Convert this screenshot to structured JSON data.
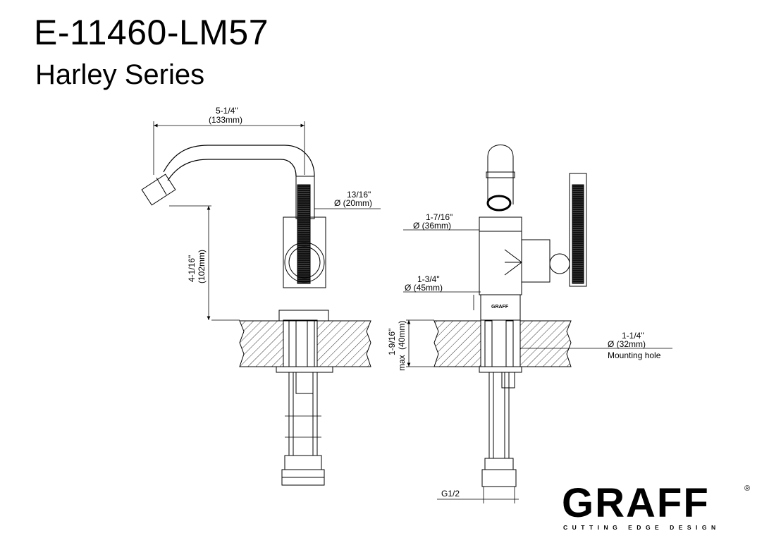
{
  "header": {
    "model": "E-11460-LM57",
    "series": "Harley Series"
  },
  "dimensions": {
    "width_in": "5-1/4\"",
    "width_mm": "(133mm)",
    "handle_dia_in": "13/16\"",
    "handle_dia_mm": "Ø (20mm)",
    "height_in": "4-1/16\"",
    "height_mm": "(102mm)",
    "body_dia_in": "1-7/16\"",
    "body_dia_mm": "Ø (36mm)",
    "base_dia_in": "1-3/4\"",
    "base_dia_mm": "Ø (45mm)",
    "deck_in": "1-9/16\"",
    "deck_mm": "(40mm)",
    "deck_max": "max",
    "hole_in": "1-1/4\"",
    "hole_mm": "Ø (32mm)",
    "hole_label": "Mounting hole",
    "thread": "G1/2"
  },
  "base_stamp": "GRAFF",
  "brand": {
    "name": "GRAFF",
    "registered": "®",
    "tagline": "CUTTING EDGE DESIGN"
  }
}
